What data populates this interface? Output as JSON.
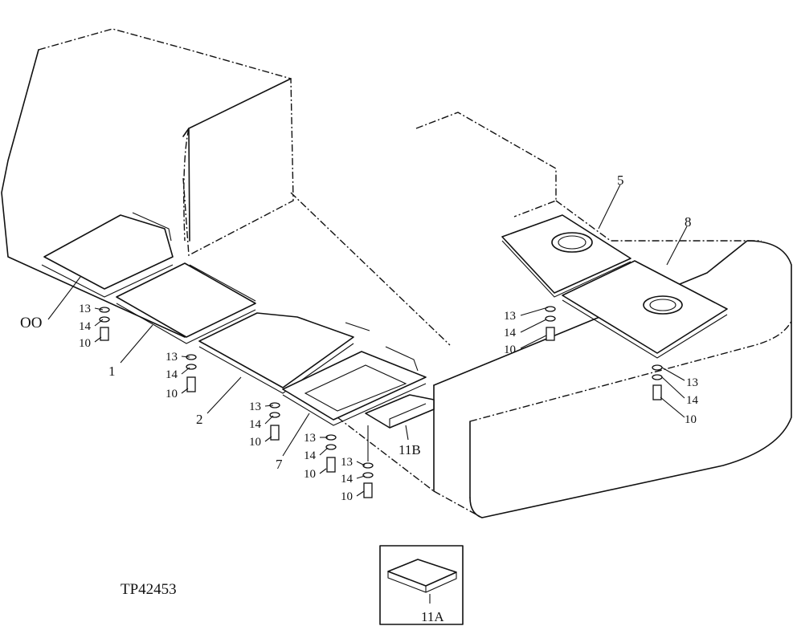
{
  "figure_id": "TP42453",
  "callouts": {
    "c00": "OO",
    "c1": "1",
    "c2": "2",
    "c5": "5",
    "c7": "7",
    "c8": "8",
    "c10": "10",
    "c11a": "11A",
    "c11b": "11B",
    "c13": "13",
    "c14": "14"
  }
}
